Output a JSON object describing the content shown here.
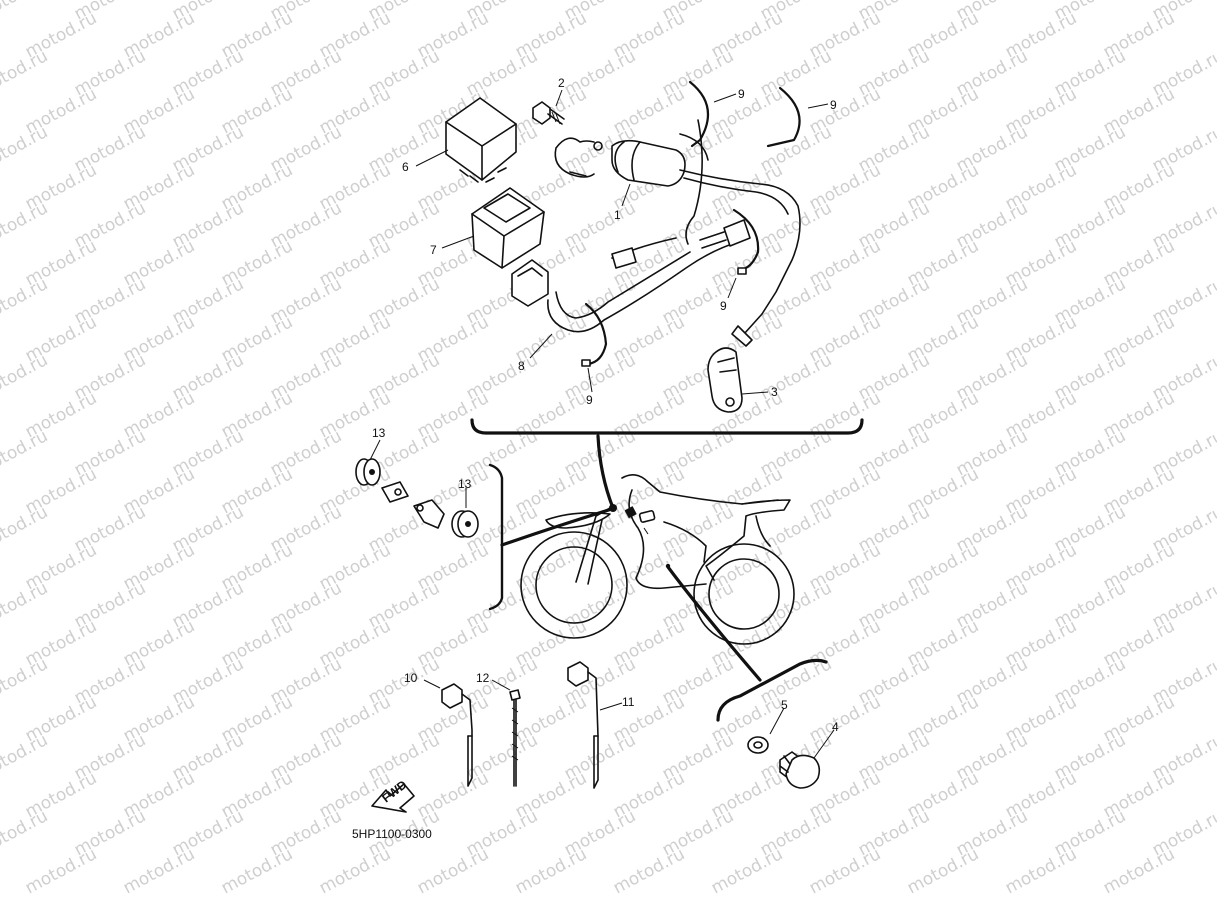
{
  "watermark": {
    "text": "motod.ru",
    "color": "#cfcfcf"
  },
  "diagram": {
    "code": "5HP1100-0300",
    "fwd": "FWD",
    "labels": {
      "l1": "1",
      "l2": "2",
      "l3": "3",
      "l4": "4",
      "l5": "5",
      "l6": "6",
      "l7": "7",
      "l8": "8",
      "l9a": "9",
      "l9b": "9",
      "l9c": "9",
      "l9d": "9",
      "l10": "10",
      "l11": "11",
      "l12": "12",
      "l13a": "13",
      "l13b": "13"
    }
  }
}
